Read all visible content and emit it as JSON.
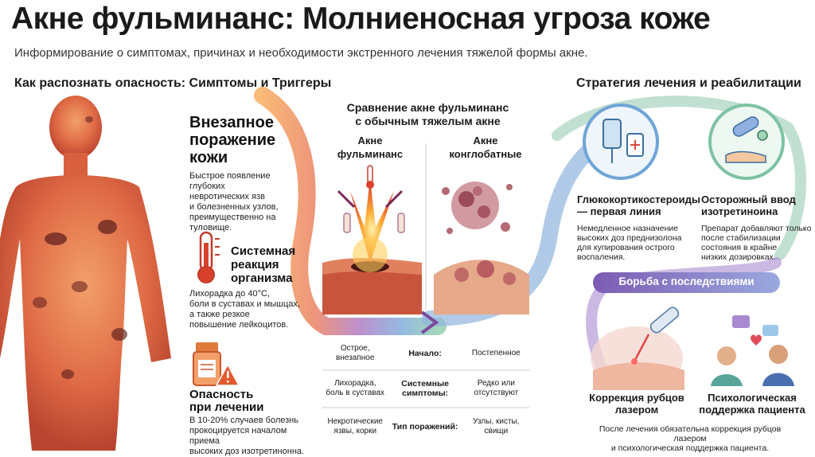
{
  "header": {
    "title": "Акне фульминанс: Молниеносная угроза коже",
    "subtitle": "Информирование о симптомах, причинах и необходимости экстренного лечения тяжелой формы акне."
  },
  "left": {
    "section_title": "Как распознать опасность: Симптомы и Триггеры",
    "block1": {
      "title_l1": "Внезапное",
      "title_l2": "поражение",
      "title_l3": "кожи",
      "text_l1": "Быстрое появление глубоких",
      "text_l2": "невротических язв",
      "text_l3": "и болезненных узлов,",
      "text_l4": "преимущественно на",
      "text_l5": "туловище."
    },
    "block2": {
      "title_l1": "Системная",
      "title_l2": "реакция",
      "title_l3": "организма",
      "text_l1": "Лихорадка до 40°C,",
      "text_l2": "боли в суставах и мышцах,",
      "text_l3": "а также резкое",
      "text_l4": "повышение лейкоцитов."
    },
    "block3": {
      "title_l1": "Опасность",
      "title_l2": "при лечении",
      "text_l1": "В 10-20% случаев болезнь",
      "text_l2": "прокоцируется началом приема",
      "text_l3": "высоких доз изотретинонна."
    }
  },
  "middle": {
    "title_l1": "Сравнение акне фульминанс",
    "title_l2": "с обычным тяжелым акне",
    "col1_l1": "Акне",
    "col1_l2": "фульминанс",
    "col2_l1": "Акне",
    "col2_l2": "конглобатные",
    "rows": [
      {
        "left_l1": "Острое,",
        "left_l2": "внезапное",
        "mid_l1": "Начало:",
        "mid_l2": "",
        "right_l1": "Постепенное",
        "right_l2": ""
      },
      {
        "left_l1": "Лихорадка,",
        "left_l2": "боль в суставах",
        "mid_l1": "Системные",
        "mid_l2": "симптомы:",
        "right_l1": "Редко или",
        "right_l2": "отсутствуют"
      },
      {
        "left_l1": "Некротические",
        "left_l2": "язвы, корки",
        "mid_l1": "Тип поражений:",
        "mid_l2": "",
        "right_l1": "Узлы, кисты,",
        "right_l2": "свищи"
      }
    ]
  },
  "right": {
    "section_title": "Стратегия лечения и реабилитации",
    "card1": {
      "title_l1": "Глюкокортикостероиды",
      "title_l2": "— первая линия",
      "text_l1": "Немедленное назначение",
      "text_l2": "высоких доз преднизолона",
      "text_l3": "для купирования острого",
      "text_l4": "воспаления."
    },
    "card2": {
      "title_l1": "Осторожный ввод",
      "title_l2": "изотретиноина",
      "text_l1": "Препарат добавляют только",
      "text_l2": "после стабилизации",
      "text_l3": "состояния в крайне",
      "text_l4": "низких дозировках."
    },
    "banner": "Борьба с последствиями",
    "card3": {
      "title_l1": "Коррекция рубцов",
      "title_l2": "лазером"
    },
    "card4": {
      "title_l1": "Психологическая",
      "title_l2": "поддержка пациента"
    },
    "footer_l1": "После лечения обязательна коррекция рубцов лазером",
    "footer_l2": "и психологическая поддержка пациента."
  },
  "colors": {
    "flow_orange": "#f08a3a",
    "flow_purple": "#8b5fb0",
    "flow_blue": "#5f9fd0",
    "flow_green": "#7cc3a3",
    "banner_purple": "#8a63b6",
    "skin_red": "#d8553a",
    "thermo_red": "#d9412b"
  },
  "icons": {
    "body": "human-body-icon",
    "thermometer": "thermometer-icon",
    "pill_bottle": "pill-bottle-icon",
    "warning": "warning-icon",
    "iv_drip": "iv-drip-icon",
    "pill_hand": "pill-hand-icon",
    "laser": "laser-icon",
    "people": "people-talking-icon"
  }
}
